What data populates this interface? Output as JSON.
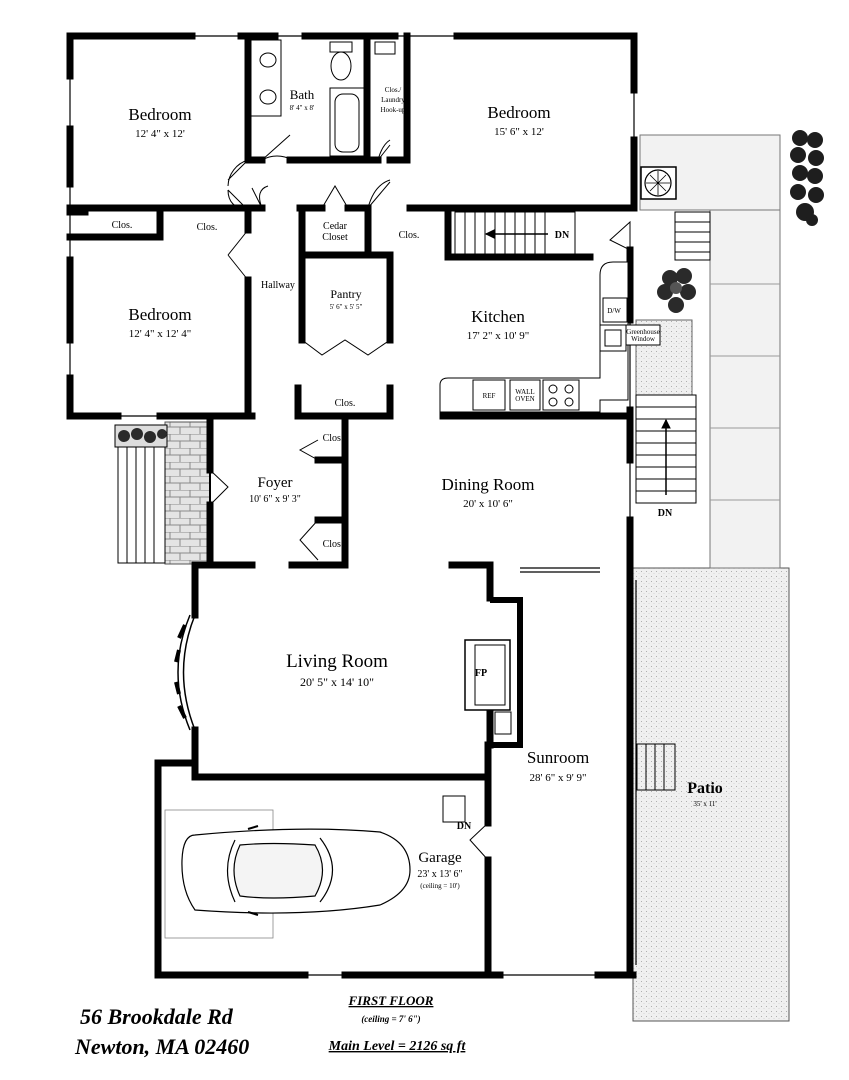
{
  "rooms": {
    "bedroom_nw": {
      "name": "Bedroom",
      "dims": "12' 4\" x 12'"
    },
    "bath": {
      "name": "Bath",
      "dims": "8' 4\" x 8'"
    },
    "laundry": {
      "line1": "Clos./",
      "line2": "Laundry",
      "line3": "Hook-up"
    },
    "bedroom_ne": {
      "name": "Bedroom",
      "dims": "15' 6\" x 12'"
    },
    "bedroom_w": {
      "name": "Bedroom",
      "dims": "12' 4\" x 12' 4\""
    },
    "hallway": {
      "name": "Hallway"
    },
    "cedar_closet": {
      "line1": "Cedar",
      "line2": "Closet"
    },
    "pantry": {
      "name": "Pantry",
      "dims": "5' 6\" x 5' 5\""
    },
    "kitchen": {
      "name": "Kitchen",
      "dims": "17' 2\" x 10' 9\""
    },
    "foyer": {
      "name": "Foyer",
      "dims": "10' 6\" x 9' 3\""
    },
    "dining": {
      "name": "Dining Room",
      "dims": "20' x 10' 6\""
    },
    "living": {
      "name": "Living Room",
      "dims": "20' 5\" x 14' 10\""
    },
    "sunroom": {
      "name": "Sunroom",
      "dims": "28' 6\" x 9' 9\""
    },
    "garage": {
      "name": "Garage",
      "dims": "23' x 13' 6\"",
      "ceiling": "(ceiling = 10')"
    },
    "patio": {
      "name": "Patio",
      "dims": "35' x 11'"
    }
  },
  "labels": {
    "clos": "Clos.",
    "dn": "DN",
    "fp": "FP",
    "ref": "REF",
    "wall_oven_1": "WALL",
    "wall_oven_2": "OVEN",
    "dw": "D/W",
    "greenhouse_1": "Greenhouse",
    "greenhouse_2": "Window"
  },
  "footer": {
    "address_line1": "56 Brookdale Rd",
    "address_line2": "Newton, MA 02460",
    "floor": "FIRST FLOOR",
    "ceiling": "(ceiling = 7' 6\")",
    "main_level": "Main Level = 2126 sq ft"
  }
}
